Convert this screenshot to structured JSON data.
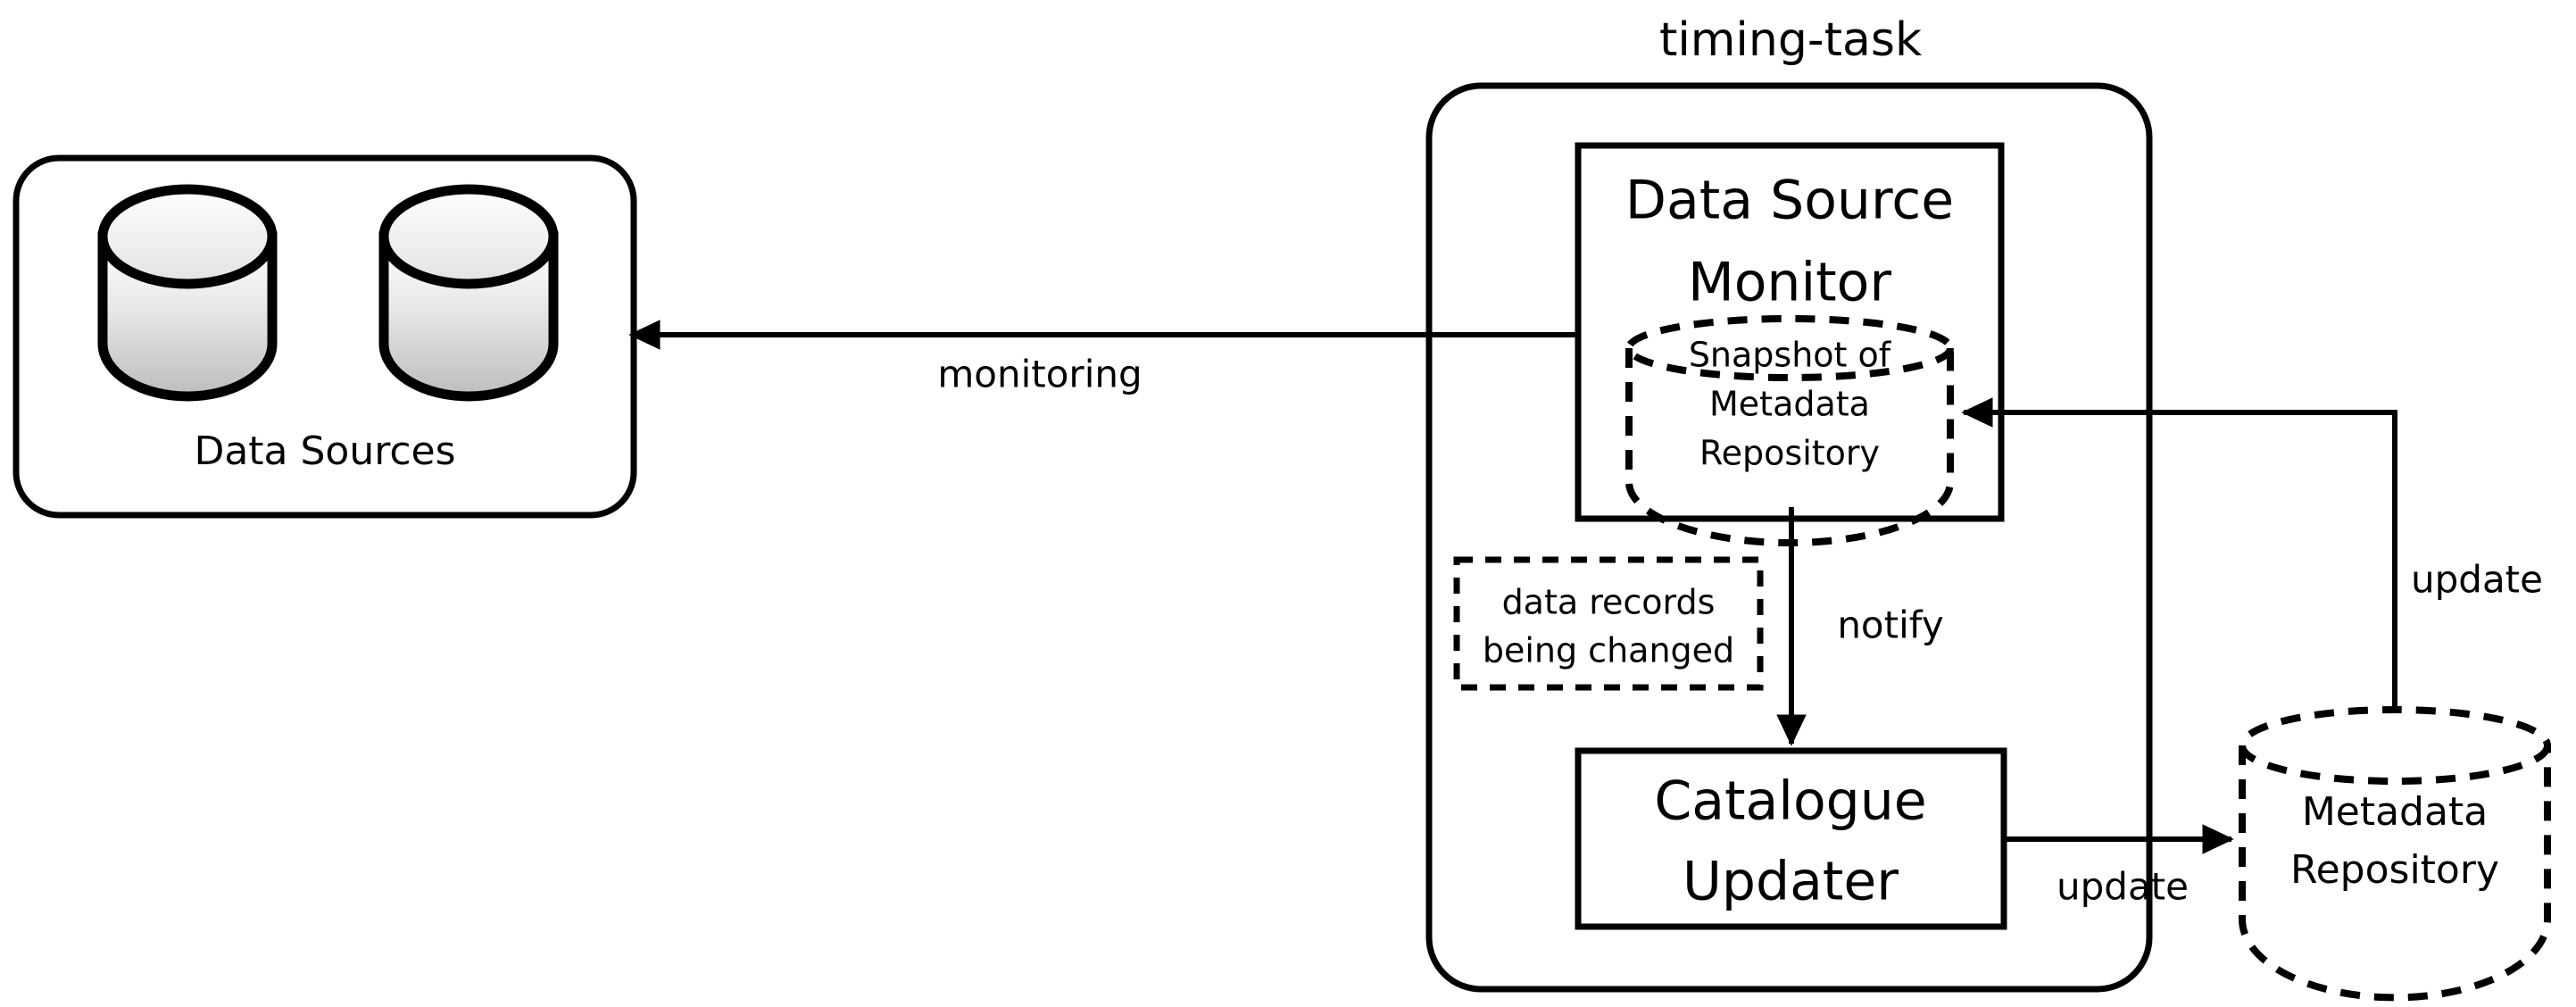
{
  "diagram": {
    "title": "timing-task",
    "background_color": "#ffffff",
    "line_color": "#000000",
    "nodes": {
      "data_sources": {
        "label": "Data Sources",
        "shape": "rounded-rectangle",
        "contains": "two database cylinders"
      },
      "data_source_monitor": {
        "label_line1": "Data Source",
        "label_line2": "Monitor",
        "shape": "rectangle"
      },
      "snapshot": {
        "label_line1": "Snapshot of",
        "label_line2": "Metadata",
        "label_line3": "Repository",
        "shape": "dashed-cylinder"
      },
      "data_records": {
        "label_line1": "data records",
        "label_line2": "being changed",
        "shape": "dashed-rectangle"
      },
      "catalogue_updater": {
        "label_line1": "Catalogue",
        "label_line2": "Updater",
        "shape": "rectangle"
      },
      "metadata_repository": {
        "label_line1": "Metadata",
        "label_line2": "Repository",
        "shape": "dashed-cylinder"
      }
    },
    "edges": [
      {
        "id": "monitoring",
        "label": "monitoring",
        "from": "data_source_monitor",
        "to": "data_sources"
      },
      {
        "id": "notify",
        "label": "notify",
        "from": "snapshot",
        "to": "catalogue_updater"
      },
      {
        "id": "update_to_repo",
        "label": "update",
        "from": "catalogue_updater",
        "to": "metadata_repository"
      },
      {
        "id": "update_to_snapshot",
        "label": "update",
        "from": "metadata_repository",
        "to": "snapshot"
      }
    ]
  }
}
